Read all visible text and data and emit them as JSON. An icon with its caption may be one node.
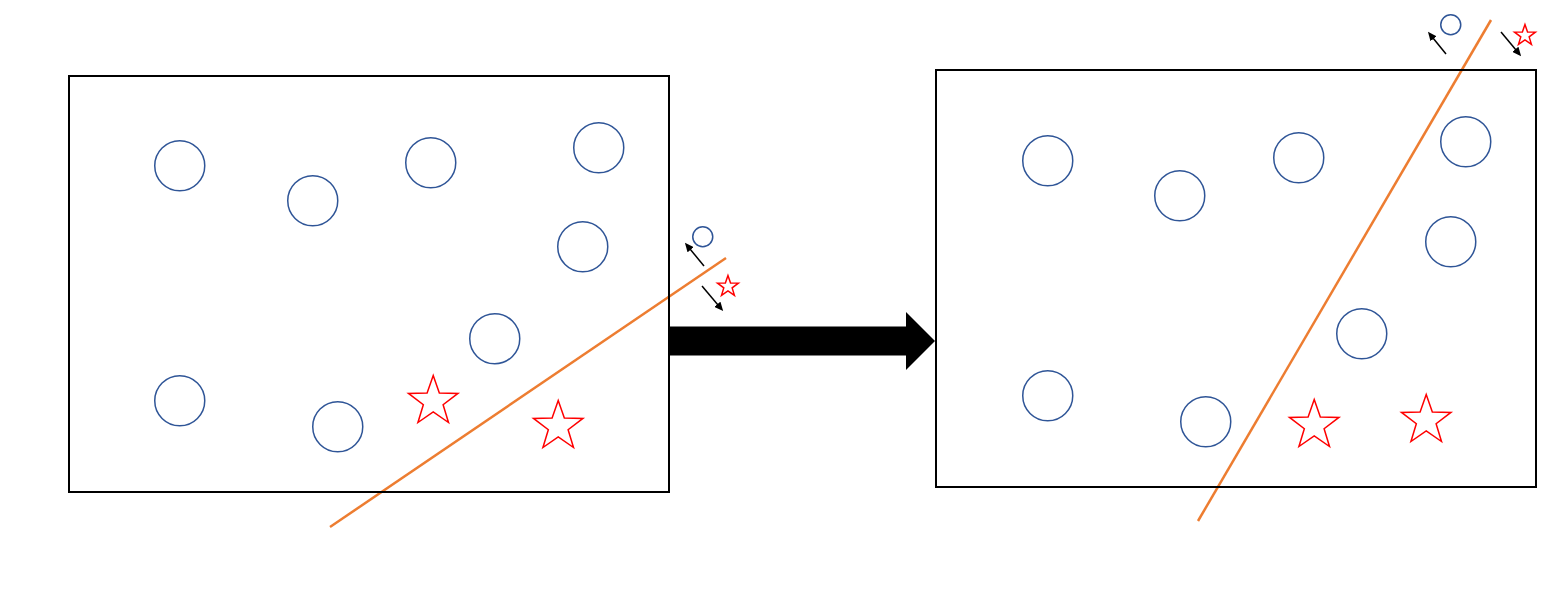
{
  "diagram": {
    "nodes": [
      {
        "text": [],
        "shape": "box"
      },
      {
        "text": [],
        "shape": "box"
      }
    ],
    "edges": [
      {
        "from": 0,
        "to": 1,
        "arrow": "to"
      }
    ]
  }
}
